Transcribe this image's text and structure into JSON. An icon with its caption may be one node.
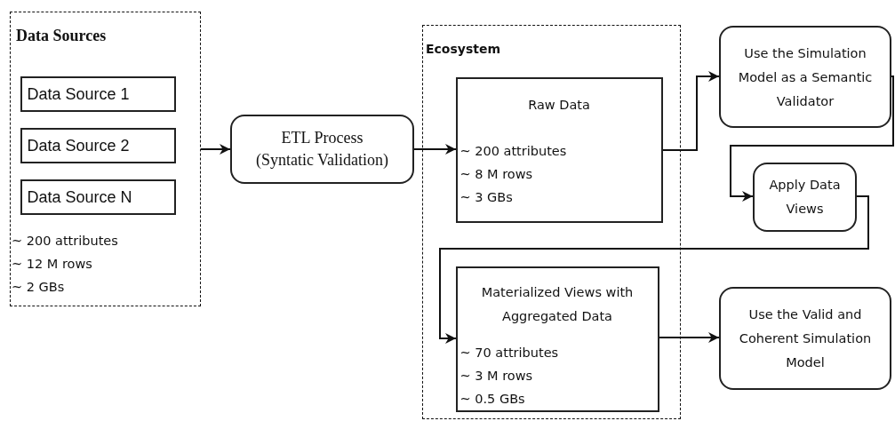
{
  "diagram": {
    "nodes": [
      {
        "text": [
          "Data Sources",
          "~ 200 attributes",
          "~ 12 M rows",
          "~ 2 GBs"
        ]
      },
      {
        "text": [
          "Data Source 1"
        ],
        "in": 0
      },
      {
        "text": [
          "Data Source 2"
        ],
        "in": 0
      },
      {
        "text": [
          "Data Source N"
        ],
        "in": 0
      },
      {
        "text": [
          "ETL Process (Syntatic Validation)"
        ]
      },
      {
        "text": [
          "Ecosystem"
        ]
      },
      {
        "text": [
          "Raw Data",
          "~ 200 attributes",
          "~ 8 M rows",
          "~ 3 GBs"
        ],
        "in": 5
      },
      {
        "text": [
          "Materialized Views with Aggregated Data",
          "~ 70 attributes",
          "~ 3 M rows",
          "~ 0.5 GBs"
        ],
        "in": 5
      },
      {
        "text": [
          "Use the Simulation Model as a Semantic Validator"
        ]
      },
      {
        "text": [
          "Apply Data Views"
        ]
      },
      {
        "text": [
          "Use the Valid and Coherent Simulation Model"
        ]
      }
    ],
    "edges": [
      {
        "from": 0,
        "to": 4,
        "arrow": "to"
      },
      {
        "from": 4,
        "to": 6,
        "arrow": "to"
      },
      {
        "from": 6,
        "to": 8,
        "arrow": "to"
      },
      {
        "from": 8,
        "to": 9,
        "arrow": "to"
      },
      {
        "from": 9,
        "to": 7,
        "arrow": "to"
      },
      {
        "from": 7,
        "to": 10,
        "arrow": "to"
      }
    ]
  }
}
